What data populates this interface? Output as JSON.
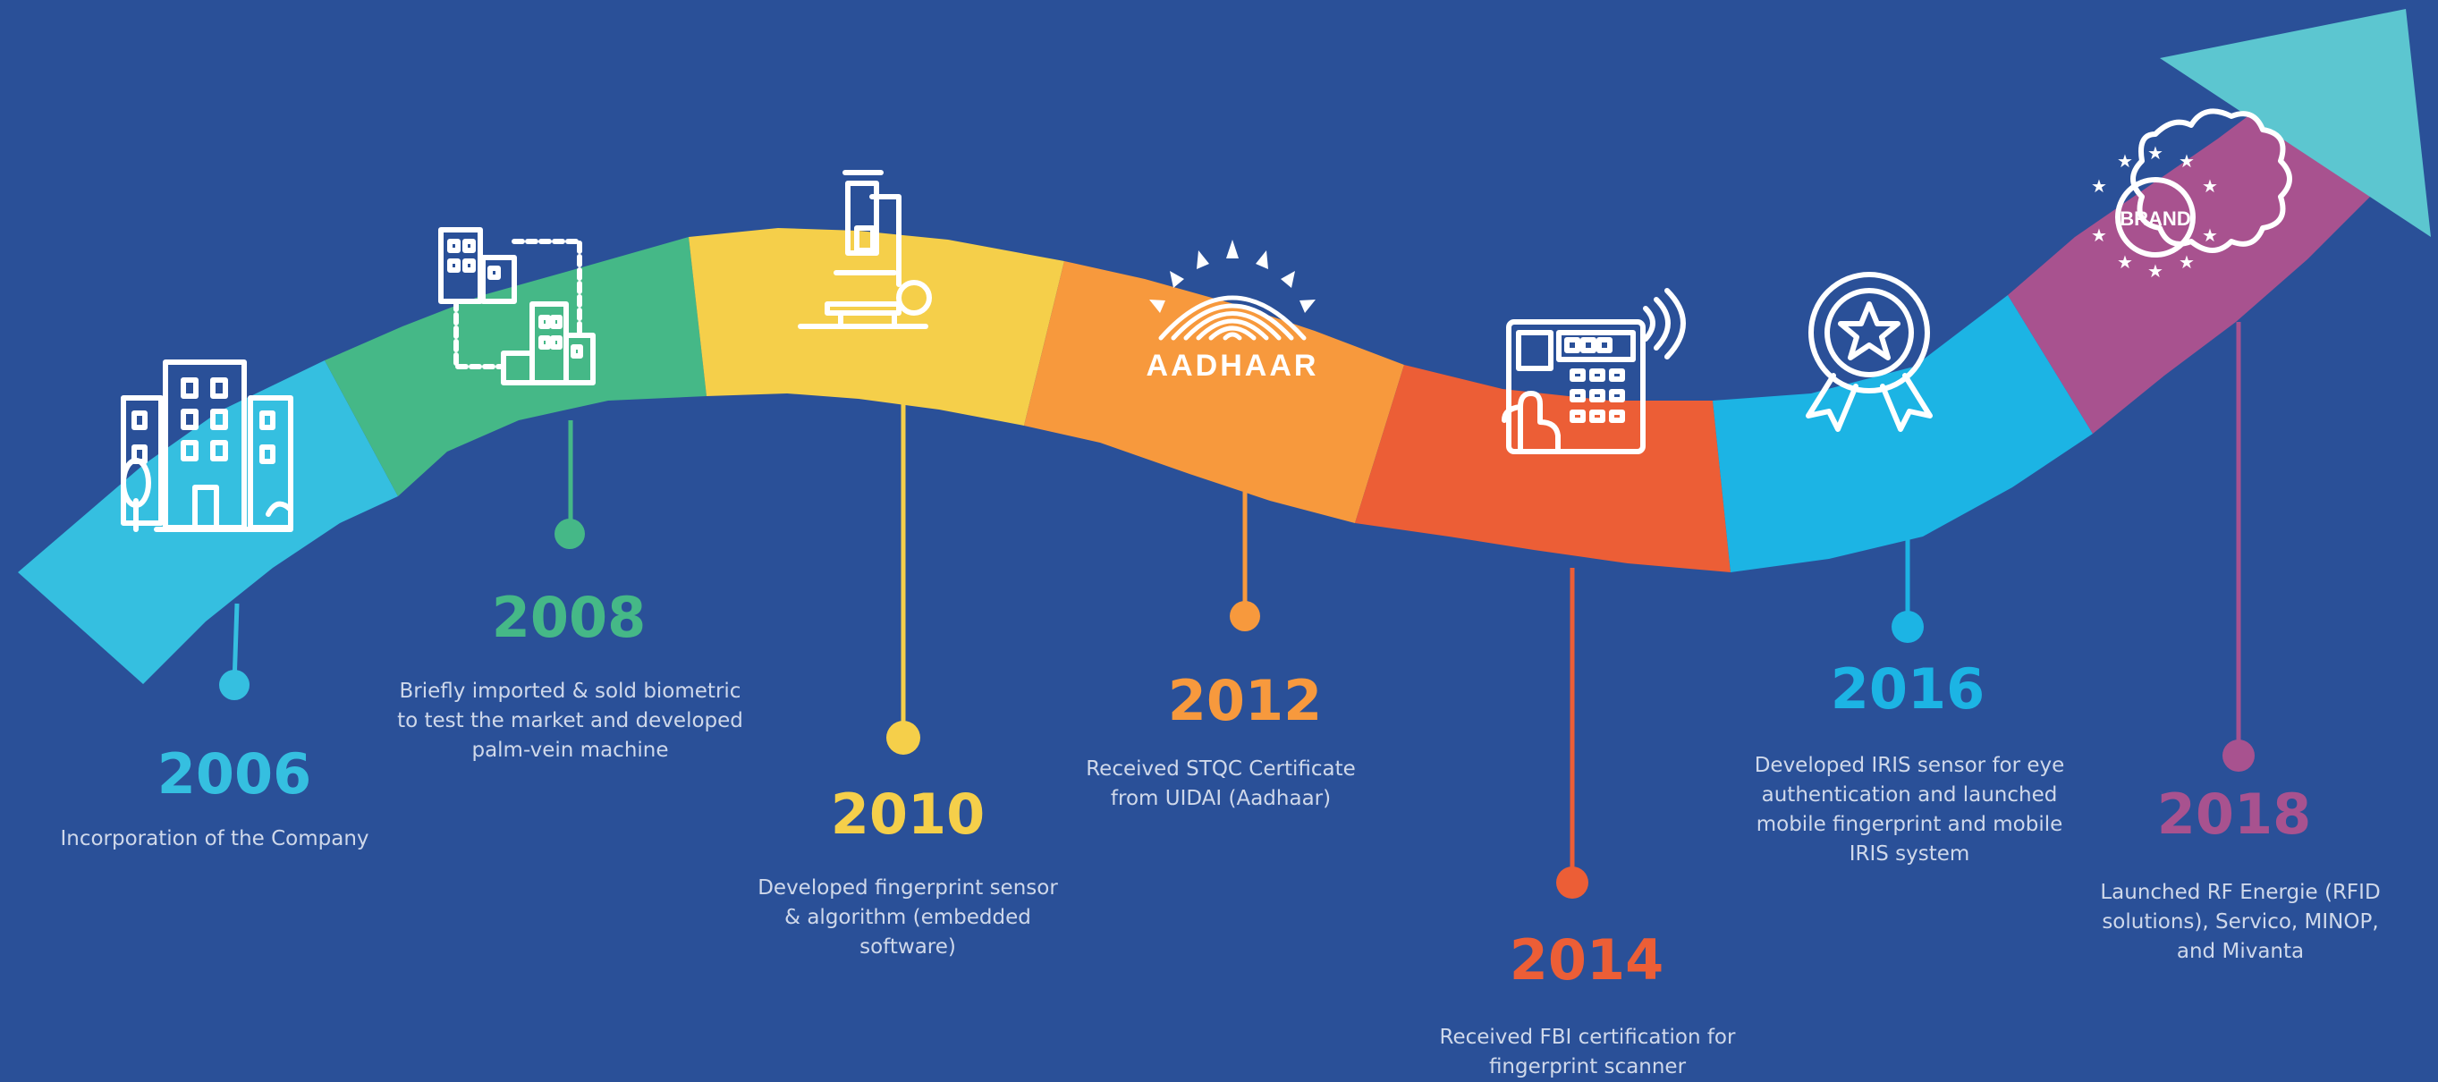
{
  "colors": {
    "background": "#2a5098",
    "description_text": "#cfd8ea",
    "icon_stroke": "#ffffff"
  },
  "milestones": [
    {
      "year": "2006",
      "color": "#35bfe0",
      "description": "Incorporation of the Company",
      "icon": "office-buildings-icon"
    },
    {
      "year": "2008",
      "color": "#45b887",
      "description": "Briefly imported & sold biometric\nto test the market and developed\npalm-vein machine",
      "icon": "city-network-icon"
    },
    {
      "year": "2010",
      "color": "#f5cf4a",
      "description": "Developed fingerprint sensor\n& algorithm (embedded\nsoftware)",
      "icon": "microscope-icon"
    },
    {
      "year": "2012",
      "color": "#f7993d",
      "description": "Received STQC  Certificate\nfrom UIDAI  (Aadhaar)",
      "icon": "aadhaar-logo-icon"
    },
    {
      "year": "2014",
      "color": "#ec5e36",
      "description": "Received FBI certification for\nfingerprint scanner",
      "icon": "fingerprint-keypad-icon"
    },
    {
      "year": "2016",
      "color": "#1cb4e4",
      "description": "Developed IRIS sensor for eye\nauthentication and launched\nmobile fingerprint and mobile\nIRIS system",
      "icon": "award-badge-icon"
    },
    {
      "year": "2018",
      "color": "#a8528f",
      "description": "Launched RF Energie (RFID\nsolutions), Servico, MINOP,\nand Mivanta",
      "icon": "brand-seal-icon"
    }
  ],
  "arrow_head": {
    "color": "#5cc6d0"
  },
  "logo_text": {
    "aadhaar": "AADHAAR",
    "brand": "BRAND"
  }
}
